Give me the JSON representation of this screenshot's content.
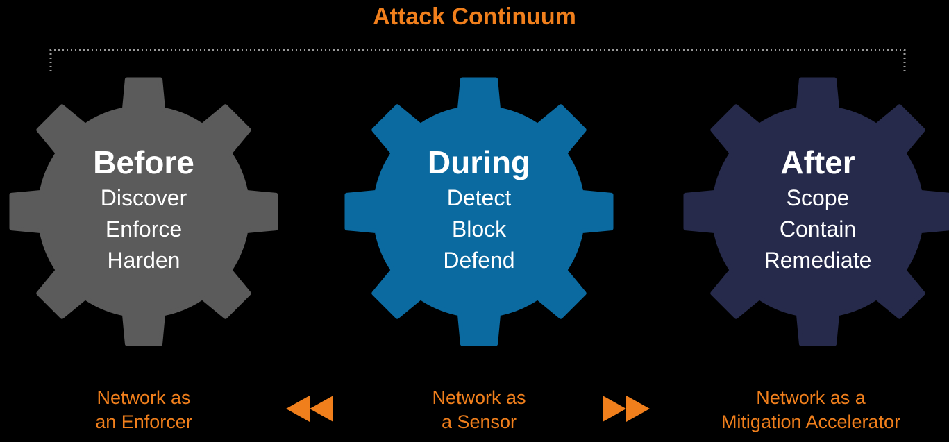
{
  "title": "Attack Continuum",
  "colors": {
    "accent": "#f07f1c",
    "before_gear": "#5b5b5b",
    "during_gear": "#0b6aa0",
    "after_gear": "#262a4b",
    "bracket": "#9a9a9a"
  },
  "phases": [
    {
      "heading": "Before",
      "items": [
        "Discover",
        "Enforce",
        "Harden"
      ],
      "caption": [
        "Network as",
        "an Enforcer"
      ]
    },
    {
      "heading": "During",
      "items": [
        "Detect",
        "Block",
        "Defend"
      ],
      "caption": [
        "Network as",
        "a Sensor"
      ]
    },
    {
      "heading": "After",
      "items": [
        "Scope",
        "Contain",
        "Remediate"
      ],
      "caption": [
        "Network as a",
        "Mitigation Accelerator"
      ]
    }
  ],
  "arrows": [
    {
      "direction": "left",
      "icon": "double-left-arrow-icon"
    },
    {
      "direction": "right",
      "icon": "double-right-arrow-icon"
    }
  ]
}
